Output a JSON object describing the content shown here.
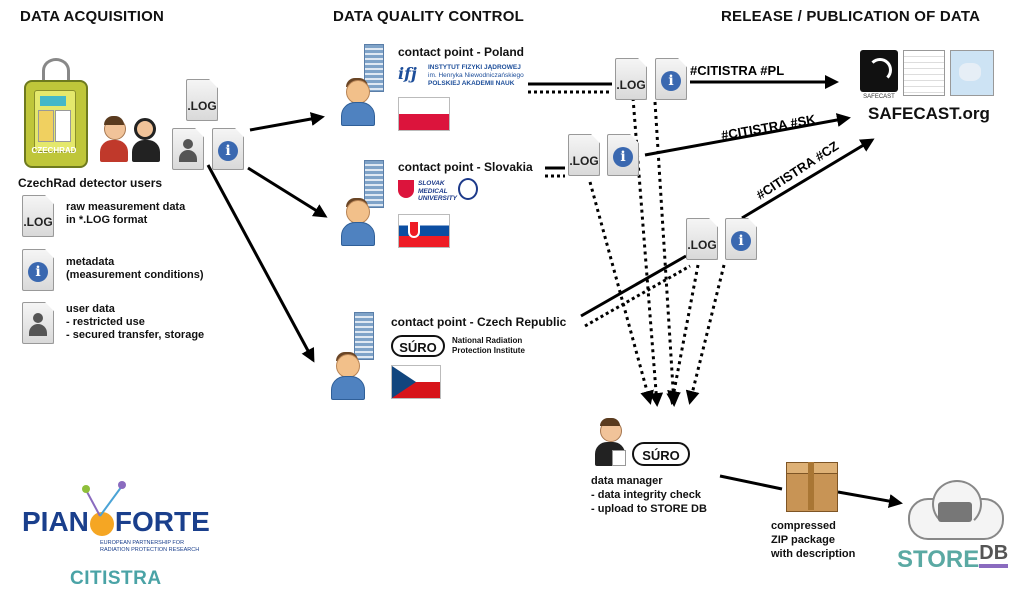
{
  "headers": {
    "acquisition": "DATA ACQUISITION",
    "quality": "DATA QUALITY CONTROL",
    "release": "RELEASE / PUBLICATION OF DATA"
  },
  "device_label": "CZECHRAD",
  "users_caption": "CzechRad detector users",
  "legend": {
    "log_icon": ".LOG",
    "raw_line1": "raw measurement data",
    "raw_line2": "in *.LOG format",
    "meta_line1": "metadata",
    "meta_line2": "(measurement conditions)",
    "user_line1": "user data",
    "user_line2": "- restricted use",
    "user_line3": "- secured transfer, storage"
  },
  "file_log": ".LOG",
  "info_glyph": "i",
  "contacts": {
    "poland": {
      "title": "contact point - Poland",
      "org1": "INSTYTUT FIZYKI JĄDROWEJ",
      "org2": "im. Henryka Niewodniczańskiego",
      "org3": "POLSKIEJ AKADEMII NAUK",
      "logo": "ifj"
    },
    "slovakia": {
      "title": "contact point - Slovakia",
      "org1": "SLOVAK",
      "org2": "MEDICAL",
      "org3": "UNIVERSITY"
    },
    "czech": {
      "title": "contact point - Czech Republic",
      "logo": "SÚRO",
      "org1": "National Radiation",
      "org2": "Protection Institute"
    }
  },
  "hashtags": {
    "pl": "#CITISTRA #PL",
    "sk": "#CITISTRA #SK",
    "cz": "#CITISTRA #CZ"
  },
  "safecast": {
    "site": "SAFECAST.org",
    "logo_text": "SAFECAST"
  },
  "manager": {
    "logo": "SÚRO",
    "line1": "data manager",
    "line2": "- data integrity check",
    "line3": "- upload to STORE DB"
  },
  "package": {
    "line1": "compressed",
    "line2": "ZIP package",
    "line3": "with description"
  },
  "store": {
    "name": "STORE",
    "suffix": "DB"
  },
  "pianoforte": {
    "left": "PIAN",
    "right": "FORTE",
    "sub1": "EUROPEAN PARTNERSHIP FOR",
    "sub2": "RADIATION PROTECTION RESEARCH",
    "project": "CITISTRA"
  },
  "colors": {
    "info_blue": "#3a68b0",
    "poland_red": "#dc143c",
    "slovak_blue": "#0b4ea2",
    "czech_blue": "#11457e",
    "piano_blue": "#1a3f8c",
    "piano_orange": "#f5a623",
    "citistra_teal": "#4aa3a6",
    "store_teal": "#5aa9a3"
  }
}
